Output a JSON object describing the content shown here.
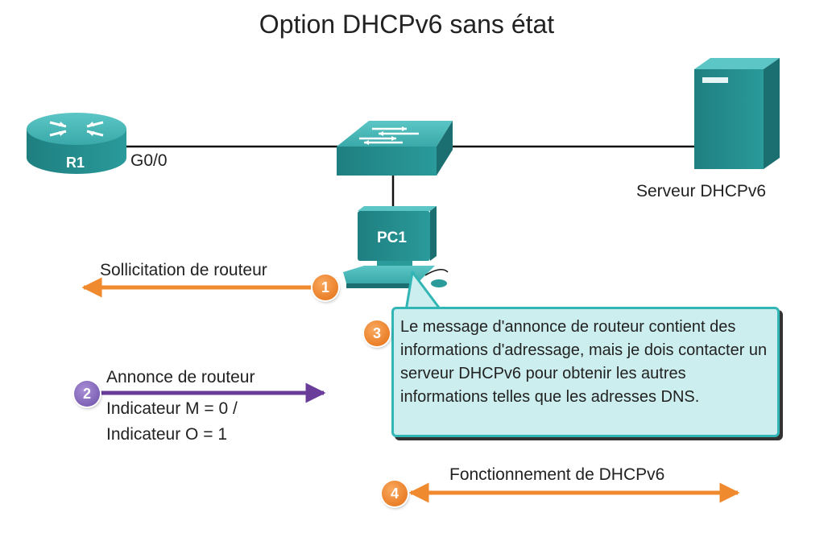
{
  "title": "Option DHCPv6 sans état",
  "devices": {
    "router": {
      "label": "R1",
      "interface": "G0/0"
    },
    "server": {
      "label": "Serveur DHCPv6"
    },
    "pc": {
      "label": "PC1"
    }
  },
  "steps": [
    {
      "number": "1",
      "text": "Sollicitation de routeur",
      "color": "#e8771f"
    },
    {
      "number": "2",
      "text": "Annonce de routeur",
      "line2": "Indicateur M = 0 /",
      "line3": "Indicateur O = 1",
      "color": "#6a3d9a"
    },
    {
      "number": "3",
      "text": "Le message d'annonce de routeur contient des informations d'adressage, mais je dois contacter un serveur DHCPv6 pour obtenir les autres informations telles que les adresses DNS.",
      "color": "#e8771f"
    },
    {
      "number": "4",
      "text": "Fonctionnement de DHCPv6",
      "color": "#e8771f"
    }
  ],
  "colors": {
    "device_teal": "#2a9a9a",
    "callout_fill": "#cdeeee",
    "callout_border": "#32b5b5",
    "arrow_orange": "#f08a2e",
    "arrow_purple": "#6a3d9a"
  }
}
